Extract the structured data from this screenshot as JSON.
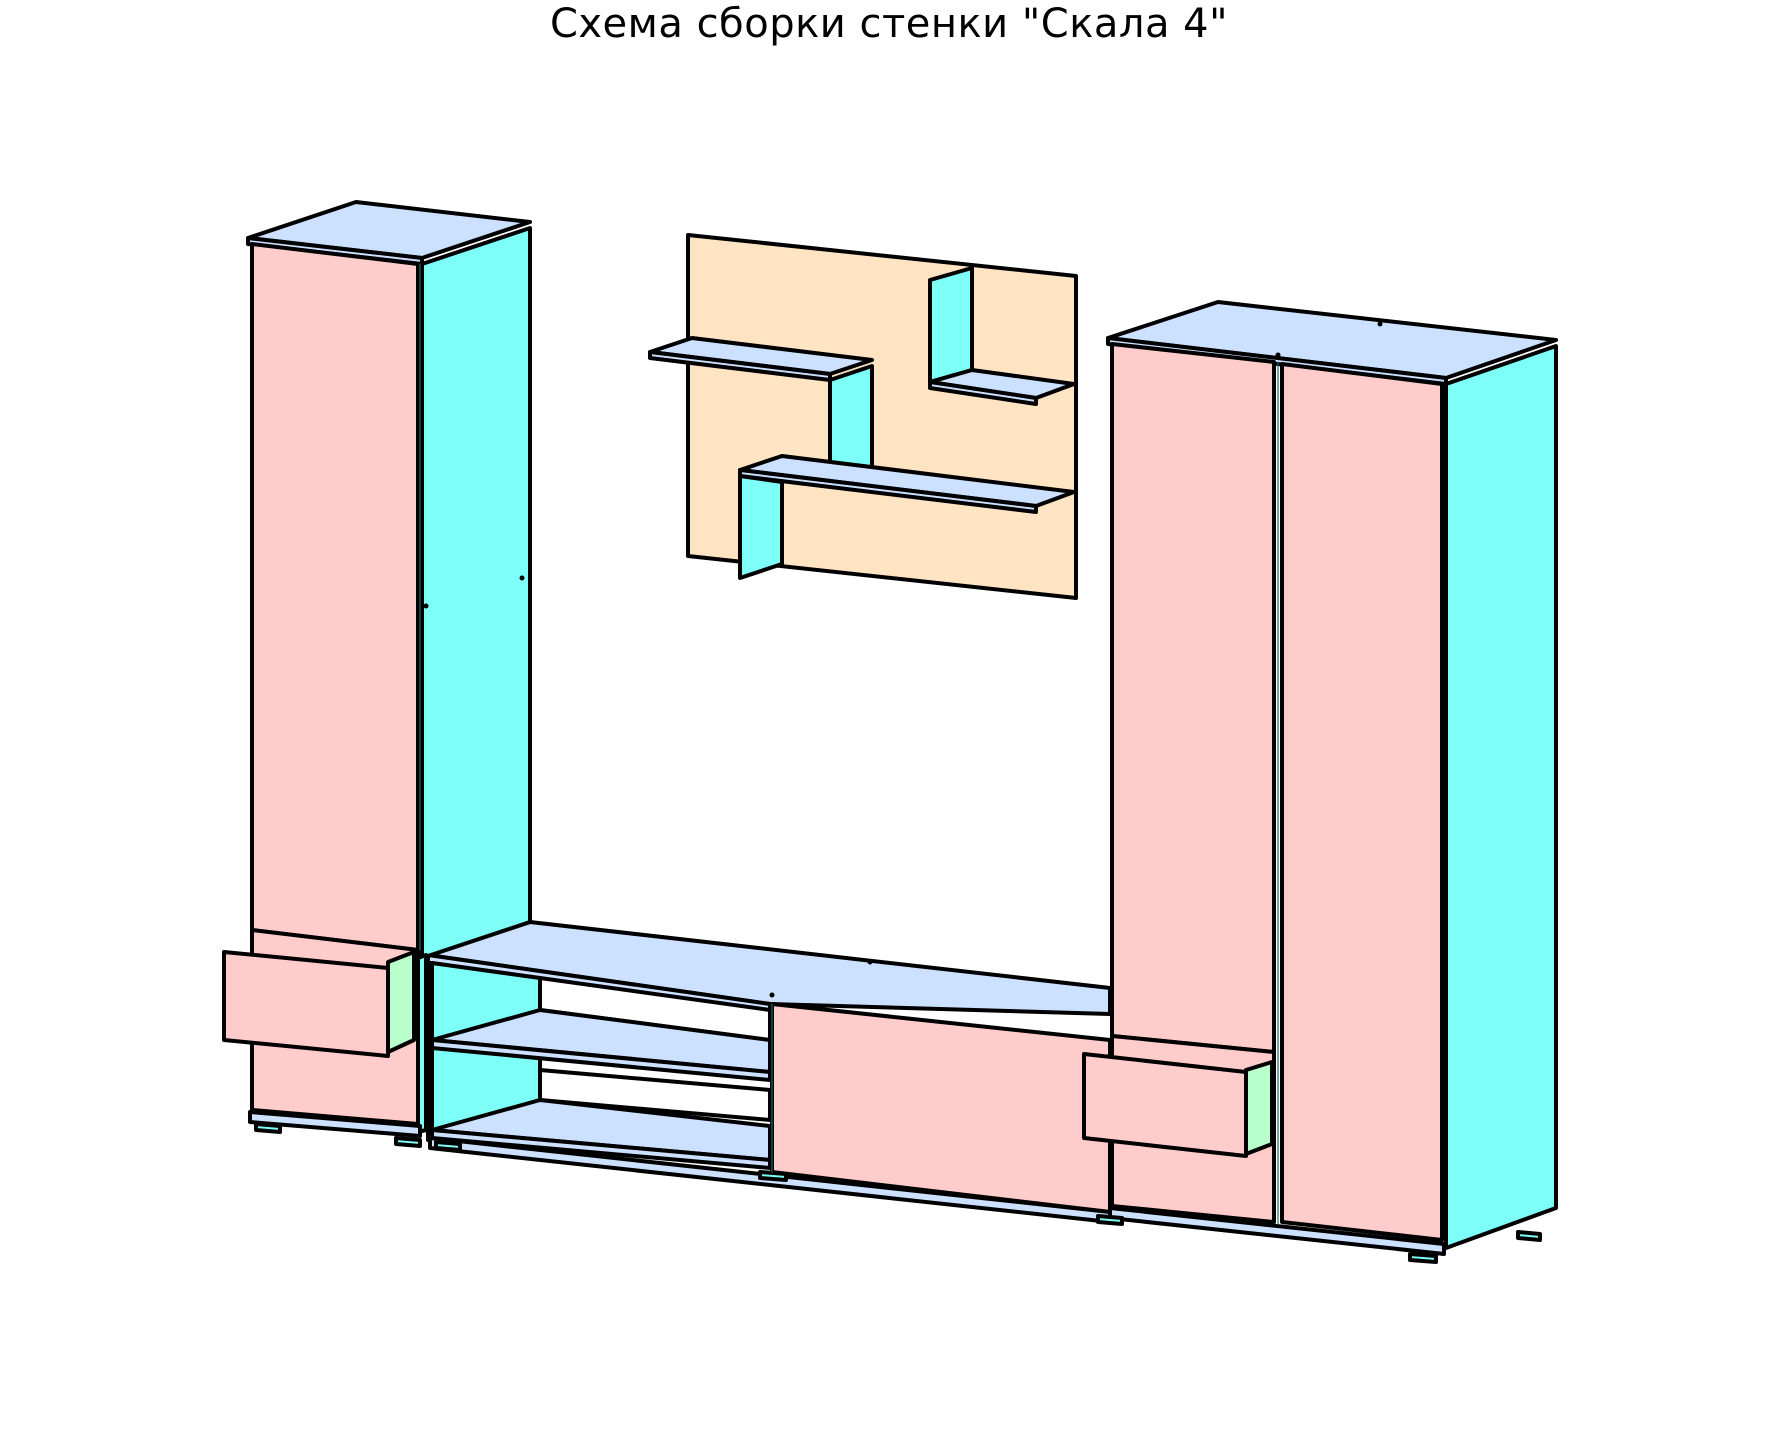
{
  "title": "Схема сборки стенки \"Скала 4\"",
  "colors": {
    "door": "#ffcccc",
    "side": "#7dfff8",
    "top": "#cce0ff",
    "back_panel": "#ffe4c4",
    "drawer_inner": "#b8ffcc",
    "outline": "#000000"
  },
  "parts": {
    "left_tall_cabinet": {
      "doors": 1,
      "drawers": 1
    },
    "wall_shelf_panel": {
      "shelves": 3
    },
    "tv_stand": {
      "open_shelves": 2,
      "doors": 1
    },
    "right_wardrobe": {
      "doors": 2,
      "drawers": 1
    }
  }
}
